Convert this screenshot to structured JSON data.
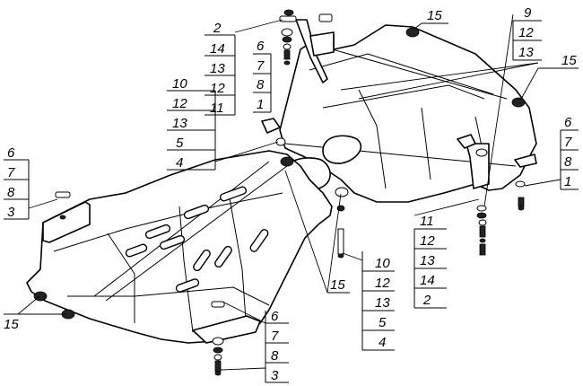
{
  "callouts": {
    "top_center": [
      "2",
      "14",
      "13",
      "12",
      "11"
    ],
    "top_center_right": [
      "6",
      "7",
      "8",
      "1"
    ],
    "top_right": [
      "9",
      "12",
      "13"
    ],
    "mid_left": [
      "10",
      "12",
      "13",
      "5",
      "4"
    ],
    "far_left": [
      "6",
      "7",
      "8",
      "3"
    ],
    "right": [
      "6",
      "7",
      "8",
      "1"
    ],
    "lower_right": [
      "11",
      "12",
      "13",
      "14",
      "2"
    ],
    "lower_center": [
      "10",
      "12",
      "13",
      "5",
      "4"
    ],
    "bottom_center": [
      "6",
      "7",
      "8",
      "3"
    ]
  },
  "single_labels": {
    "label_15_top": "15",
    "label_15_right": "15",
    "label_15_left": "15",
    "label_15_center": "15"
  }
}
